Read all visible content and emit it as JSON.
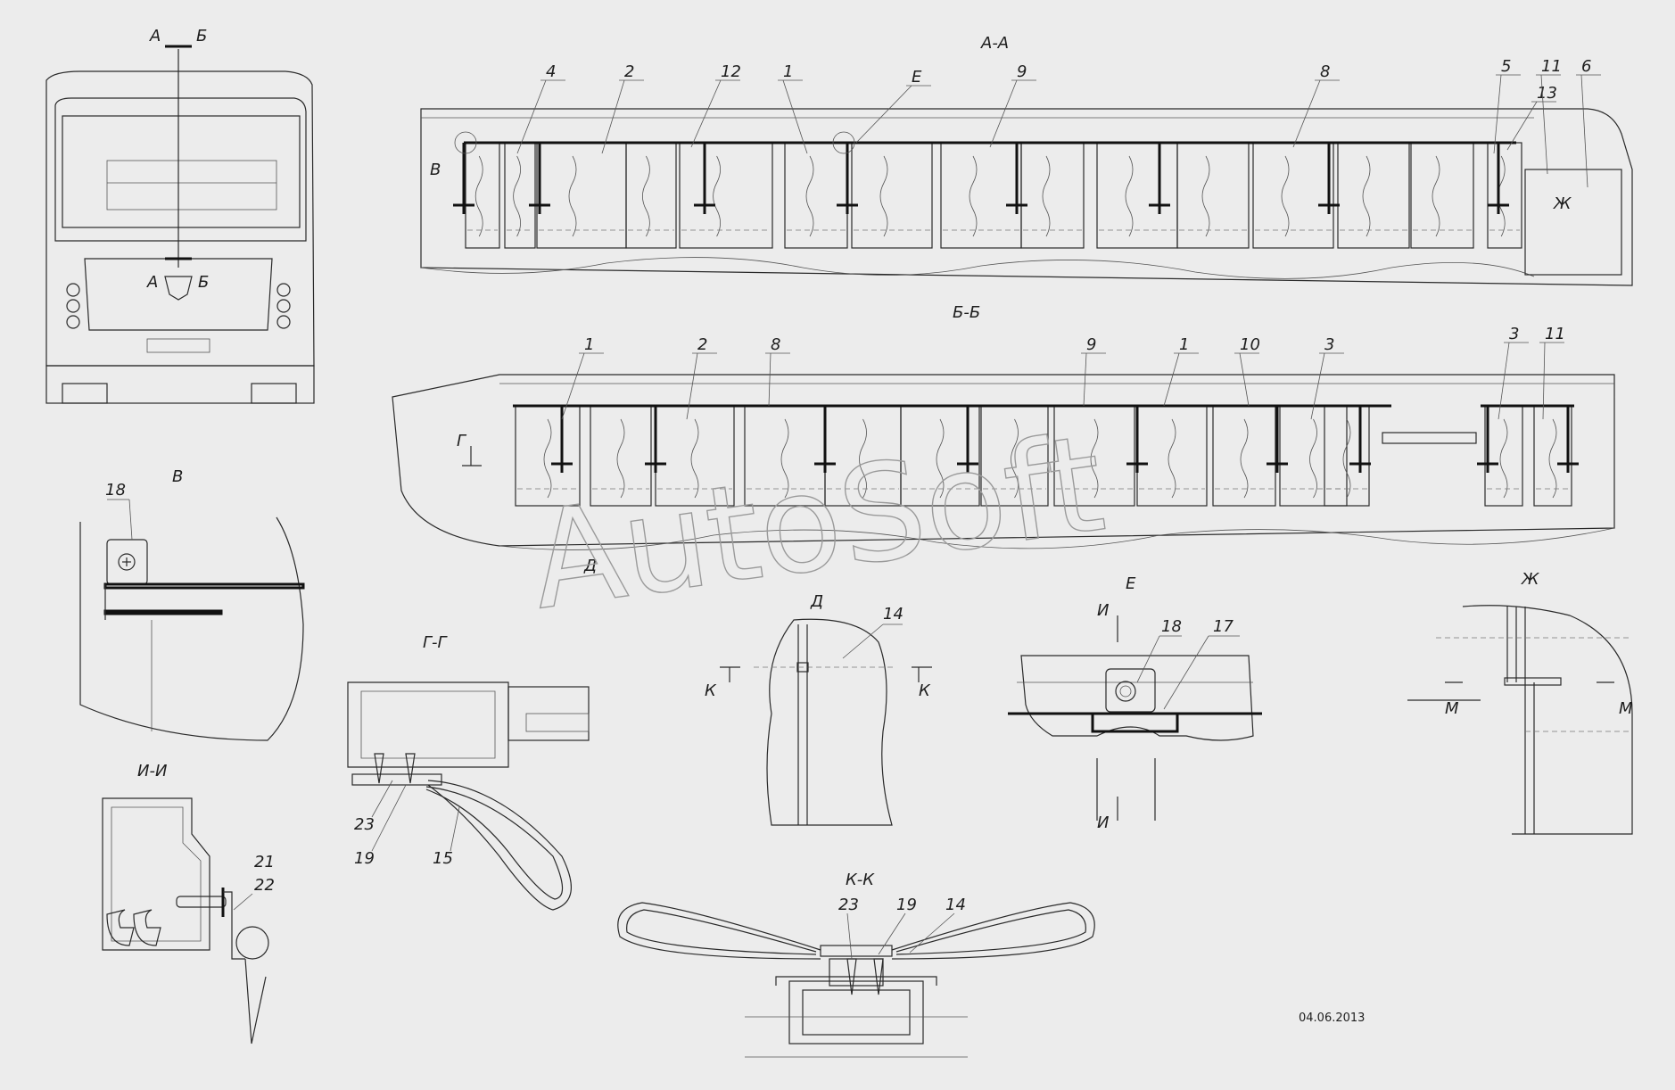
{
  "views": {
    "front_cut_a_top": "А",
    "front_cut_b_top": "Б",
    "front_cut_a_bottom": "А",
    "front_cut_b_bottom": "Б",
    "section_aa": "А-А",
    "section_bb": "Б-Б",
    "view_v": "В",
    "view_d": "Д",
    "view_zh": "Ж",
    "section_gg": "Г-Г",
    "section_ii": "И-И",
    "section_kk": "К-К",
    "view_e": "Е"
  },
  "section_aa_callouts": [
    "4",
    "2",
    "12",
    "1",
    "Е",
    "9",
    "8",
    "5",
    "13",
    "11",
    "6"
  ],
  "section_aa_marks": {
    "v": "В",
    "zh": "Ж"
  },
  "section_bb_callouts": [
    "1",
    "2",
    "8",
    "9",
    "1",
    "10",
    "3",
    "3",
    "11"
  ],
  "section_bb_marks": {
    "g": "Г",
    "d": "Д"
  },
  "view_v_callout": "18",
  "view_d": {
    "callout": "14",
    "cut_left": "К",
    "cut_right": "К"
  },
  "view_e": {
    "callout_a": "18",
    "callout_b": "17",
    "cut_top": "И",
    "cut_bottom": "И"
  },
  "view_zh": {
    "cut_left": "М",
    "cut_right": "М"
  },
  "section_gg_callouts": [
    "23",
    "19",
    "15"
  ],
  "section_ii_callouts": [
    "21",
    "22"
  ],
  "section_kk_callouts": [
    "23",
    "19",
    "14"
  ],
  "watermark": "AutoSoft",
  "date": "04.06.2013"
}
